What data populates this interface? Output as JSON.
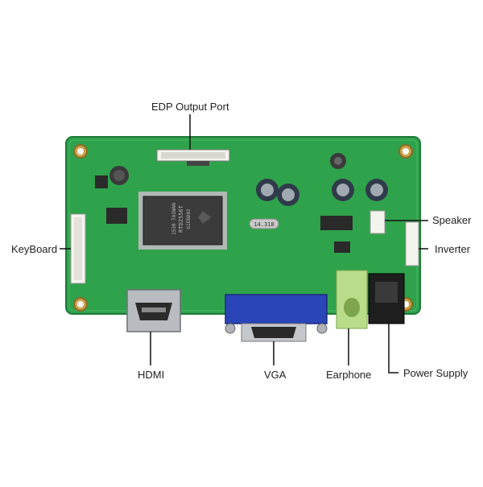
{
  "labels": {
    "edp": "EDP Output Port",
    "keyboard": "KeyBoard",
    "speaker": "Speaker",
    "inverter": "Inverter",
    "hdmi": "HDMI",
    "vga": "VGA",
    "earphone": "Earphone",
    "power": "Power Supply"
  },
  "chip": {
    "line1": "RTD2556T",
    "line2": "1530 TAIWAN",
    "line3": "G1E6D02"
  },
  "crystal": "14.318",
  "colors": {
    "pcb": "#2fa24c",
    "pcb_dark": "#1f7a38",
    "vga_blue": "#2a45b8",
    "earphone_green": "#b9dc8a",
    "label_text": "#222222",
    "leader": "#111111"
  }
}
